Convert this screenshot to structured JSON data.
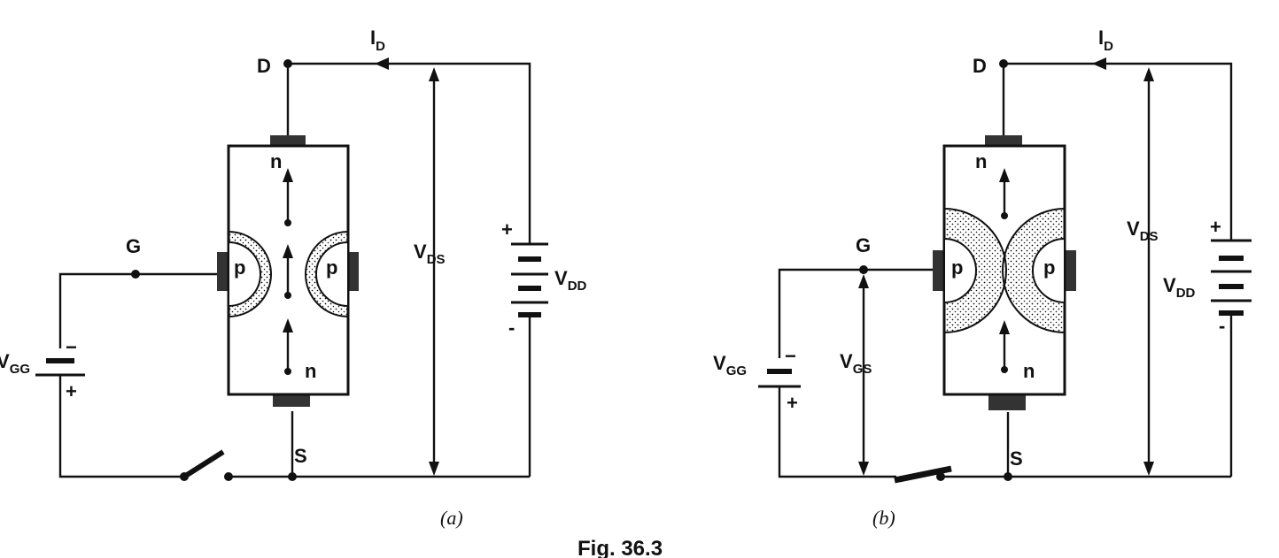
{
  "labels": {
    "drain": "D",
    "gate": "G",
    "source": "S",
    "n": "n",
    "p": "p",
    "I_main": "I",
    "I_sub": "D",
    "V": "V",
    "DS_sub": "DS",
    "DD_sub": "DD",
    "GS_sub": "GS",
    "GG_sub": "GG",
    "plus": "+",
    "minus": "−",
    "minus_small": "-"
  },
  "captions": {
    "a": "(a)",
    "b": "(b)",
    "figure": "Fig. 36.3"
  },
  "colors": {
    "ink": "#111111",
    "background": "#ffffff"
  }
}
